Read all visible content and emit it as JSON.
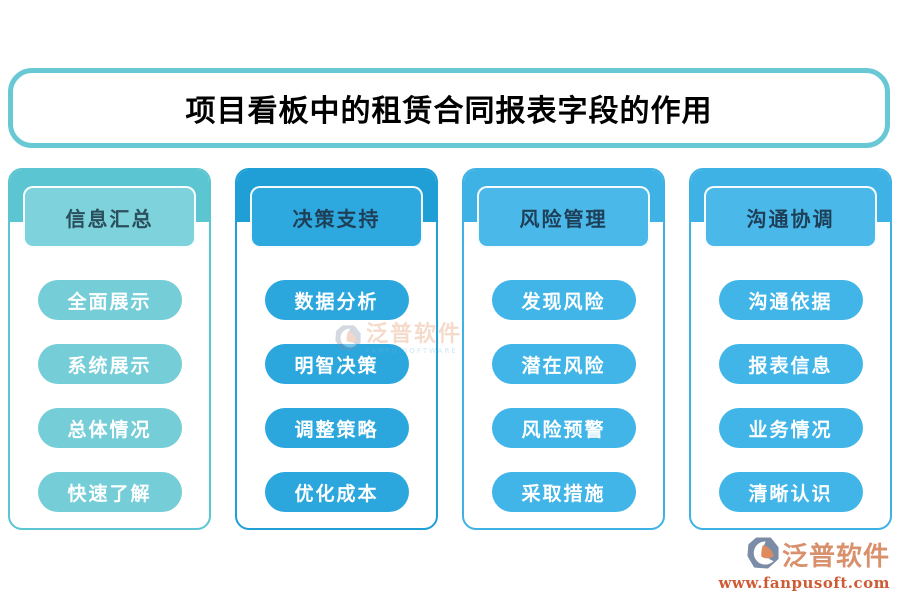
{
  "title": "项目看板中的租赁合同报表字段的作用",
  "columns": [
    {
      "header": "信息汇总",
      "items": [
        "全面展示",
        "系统展示",
        "总体情况",
        "快速了解"
      ]
    },
    {
      "header": "决策支持",
      "items": [
        "数据分析",
        "明智决策",
        "调整策略",
        "优化成本"
      ]
    },
    {
      "header": "风险管理",
      "items": [
        "发现风险",
        "潜在风险",
        "风险预警",
        "采取措施"
      ]
    },
    {
      "header": "沟通协调",
      "items": [
        "沟通依据",
        "报表信息",
        "业务情况",
        "清晰认识"
      ]
    }
  ],
  "watermark": {
    "name": "泛普软件",
    "sub": "FANPU SOFTWARE"
  },
  "logo": {
    "name": "泛普软件",
    "url": "www.fanpusoft.com",
    "icon": "fanpu-logo-icon"
  },
  "colors": {
    "title_border": "#68c8d4",
    "column1": {
      "cap": "#5bc5d1",
      "header": "#7dd2db",
      "pill": "#74cdd7",
      "header_text": "#2b4e5c"
    },
    "column2": {
      "cap": "#1f9fd6",
      "header": "#2ea9df",
      "pill": "#2ba7de",
      "header_text": "#1d3f57"
    },
    "column3": {
      "cap": "#3fb2e5",
      "header": "#4bb8ea",
      "pill": "#41b5e8",
      "header_text": "#1d3f57"
    },
    "column4": {
      "cap": "#3fb2e5",
      "header": "#4bb8ea",
      "pill": "#41b5e8",
      "header_text": "#1d3f57"
    },
    "pill_text": "#ffffff",
    "logo_name": "#d8906d",
    "logo_url": "#ce5b36"
  }
}
